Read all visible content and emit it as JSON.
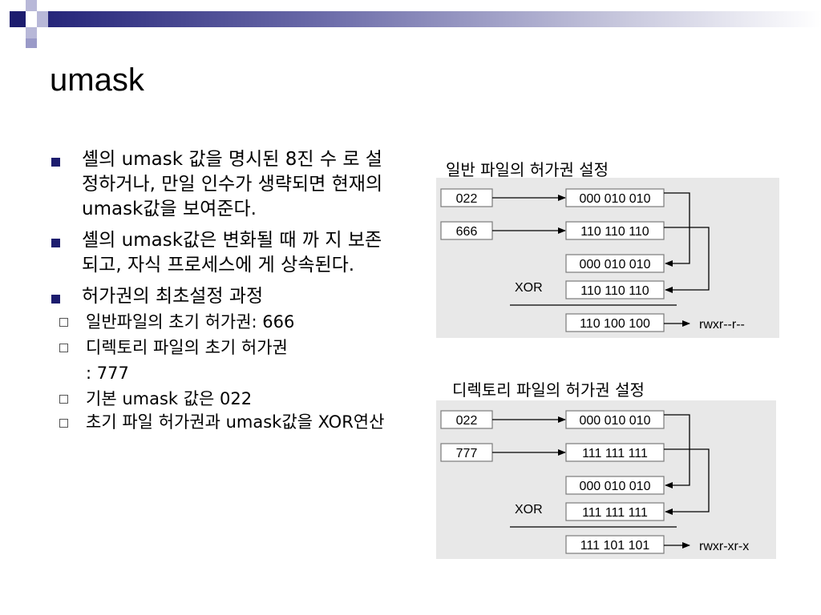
{
  "slide": {
    "title": "umask",
    "bullets": [
      {
        "text": "셸의 umask 값을 명시된 8진 수 로 설정하거나, 만일 인수가 생략되면 현재의 umask값을 보여준다."
      },
      {
        "text": "셸의 umask값은 변화될 때 까 지 보존되고, 자식 프로세스에 게 상속된다."
      },
      {
        "text": "허가권의 최초설정 과정",
        "sub": [
          "일반파일의 초기 허가권: 666",
          "디렉토리 파일의 초기 허가권",
          ": 777",
          "기본 umask 값은 022",
          "초기 파일 허가권과 umask값을 XOR연산"
        ]
      }
    ]
  },
  "diagrams": [
    {
      "title": "일반 파일의 허가권 설정",
      "umask": "022",
      "initial": "666",
      "umask_bits": "000 010 010",
      "initial_bits": "110 110 110",
      "xor_label": "XOR",
      "result_bits": "110 100 100",
      "result_perm": "rwxr--r--"
    },
    {
      "title": "디렉토리 파일의 허가권 설정",
      "umask": "022",
      "initial": "777",
      "umask_bits": "000 010 010",
      "initial_bits": "111 111 111",
      "xor_label": "XOR",
      "result_bits": "111 101 101",
      "result_perm": "rwxr-xr-x"
    }
  ],
  "colors": {
    "accent": "#1c1c6e",
    "panel": "#e8e8e8"
  }
}
